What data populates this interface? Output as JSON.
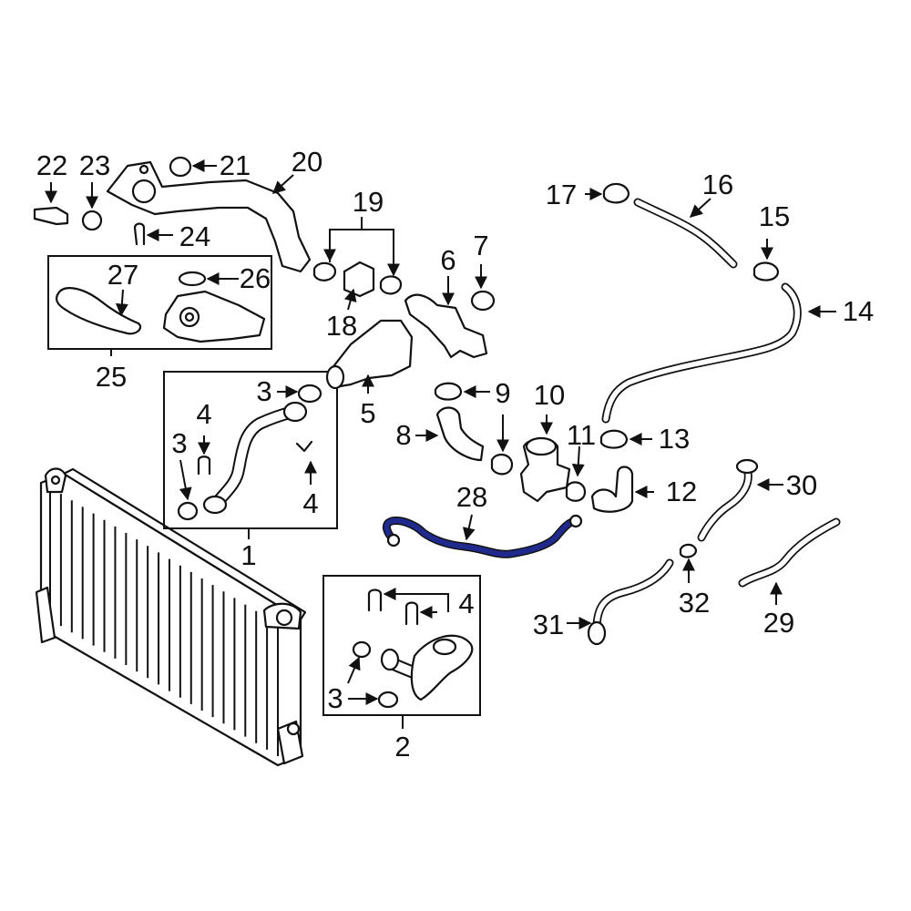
{
  "diagram": {
    "accent_color": "#1f2a8c",
    "highlighted_part": "28",
    "callouts": [
      {
        "id": "c1",
        "label": "1"
      },
      {
        "id": "c2",
        "label": "2"
      },
      {
        "id": "c3a",
        "label": "3"
      },
      {
        "id": "c3b",
        "label": "3"
      },
      {
        "id": "c3c",
        "label": "3"
      },
      {
        "id": "c3d",
        "label": "3"
      },
      {
        "id": "c4a",
        "label": "4"
      },
      {
        "id": "c4b",
        "label": "4"
      },
      {
        "id": "c4c",
        "label": "4"
      },
      {
        "id": "c5",
        "label": "5"
      },
      {
        "id": "c6",
        "label": "6"
      },
      {
        "id": "c7",
        "label": "7"
      },
      {
        "id": "c8",
        "label": "8"
      },
      {
        "id": "c9",
        "label": "9"
      },
      {
        "id": "c10",
        "label": "10"
      },
      {
        "id": "c11",
        "label": "11"
      },
      {
        "id": "c12",
        "label": "12"
      },
      {
        "id": "c13",
        "label": "13"
      },
      {
        "id": "c14",
        "label": "14"
      },
      {
        "id": "c15",
        "label": "15"
      },
      {
        "id": "c16",
        "label": "16"
      },
      {
        "id": "c17",
        "label": "17"
      },
      {
        "id": "c18",
        "label": "18"
      },
      {
        "id": "c19",
        "label": "19"
      },
      {
        "id": "c20",
        "label": "20"
      },
      {
        "id": "c21",
        "label": "21"
      },
      {
        "id": "c22",
        "label": "22"
      },
      {
        "id": "c23",
        "label": "23"
      },
      {
        "id": "c24",
        "label": "24"
      },
      {
        "id": "c25",
        "label": "25"
      },
      {
        "id": "c26",
        "label": "26"
      },
      {
        "id": "c27",
        "label": "27"
      },
      {
        "id": "c28",
        "label": "28"
      },
      {
        "id": "c29",
        "label": "29"
      },
      {
        "id": "c30",
        "label": "30"
      },
      {
        "id": "c31",
        "label": "31"
      },
      {
        "id": "c32",
        "label": "32"
      }
    ]
  }
}
